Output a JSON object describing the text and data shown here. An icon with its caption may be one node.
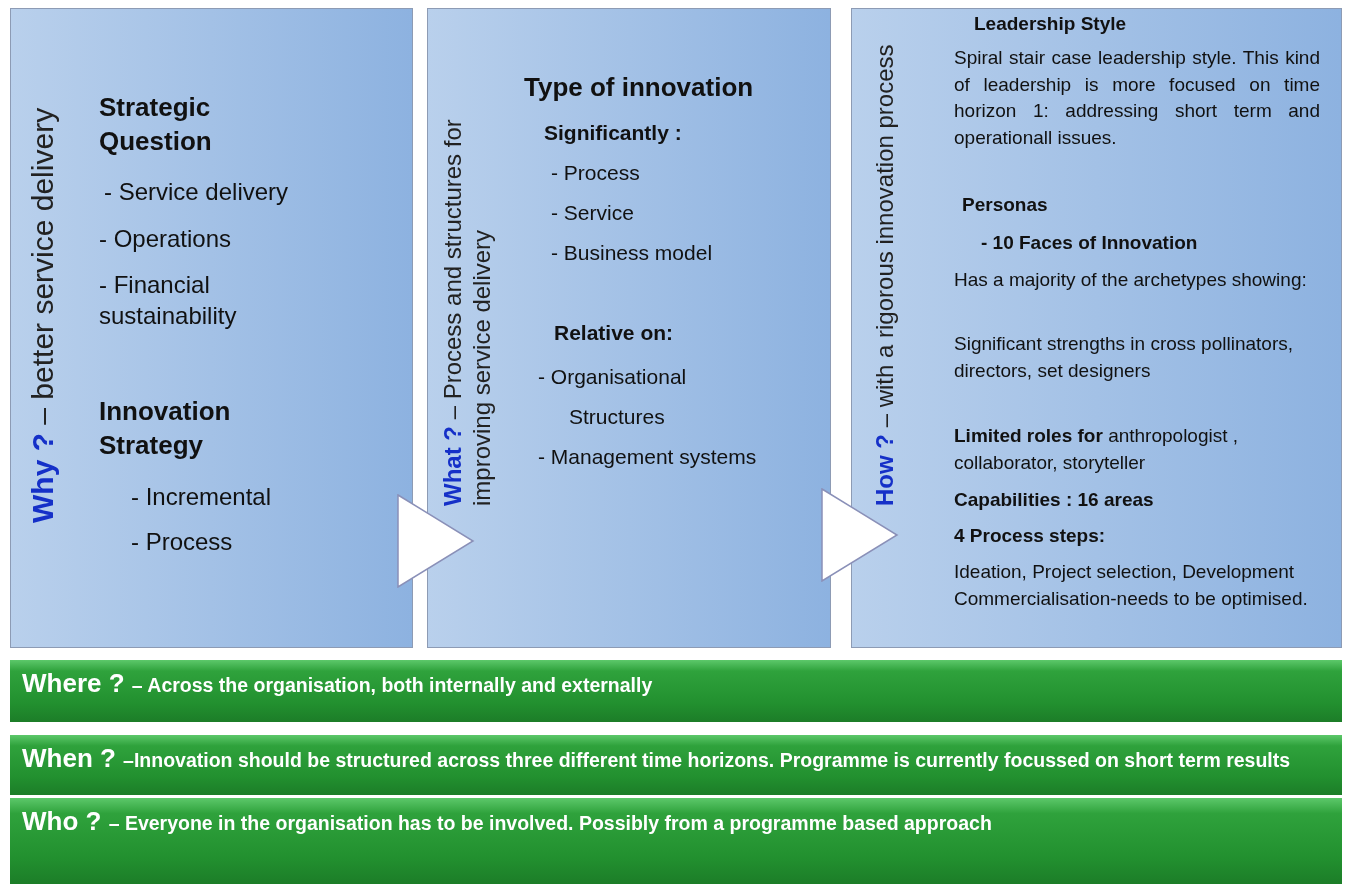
{
  "diagram": {
    "nodes": [
      {
        "text": [
          "Why ?",
          "– better service delivery",
          "Strategic Question",
          "- Service delivery",
          "- Operations",
          "- Financial sustainability",
          "Innovation Strategy",
          "- Incremental",
          "- Process"
        ]
      },
      {
        "text": [
          "What ?",
          "– Process and structures for improving service delivery",
          "Type of innovation",
          "Significantly :",
          "- Process",
          "- Service",
          "- Business model",
          "Relative on:",
          "- Organisational Structures",
          "- Management systems"
        ]
      },
      {
        "text": [
          "How ?",
          "– with a rigorous innovation process",
          "Leadership Style",
          "Spiral stair case leadership style. This kind of leadership is more focused on time horizon 1: addressing short term and operationall issues.",
          "Personas",
          "- 10 Faces of Innovation",
          "Has a majority of the archetypes showing:",
          "Significant strengths in cross pollinators, directors, set designers",
          "**Limited roles for** anthropologist , collaborator, storyteller",
          "Capabilities : 16 areas",
          "4 Process steps:",
          "Ideation, Project selection, Development Commercialisation-needs to be optimised."
        ]
      },
      {
        "text": [
          "Where ?",
          "– Across the organisation, both internally and externally"
        ]
      },
      {
        "text": [
          "When ?",
          "–Innovation should be structured across three different time horizons. Programme is currently focussed on short term results"
        ]
      },
      {
        "text": [
          "Who ?",
          "– Everyone in the organisation has to be involved. Possibly from a programme based approach"
        ]
      }
    ],
    "edges": [
      {
        "from": 0,
        "to": 1,
        "arrow": "to"
      },
      {
        "from": 1,
        "to": 2,
        "arrow": "to"
      }
    ]
  }
}
